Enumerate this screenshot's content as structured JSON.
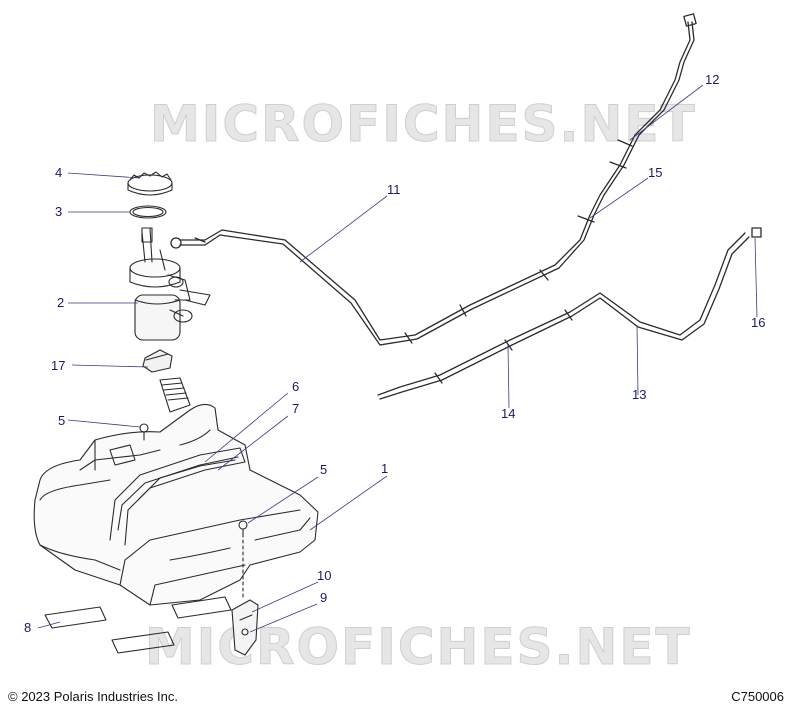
{
  "watermark": "MICROFICHES.NET",
  "copyright": "© 2023 Polaris Industries Inc.",
  "diagram_code": "C750006",
  "callouts": [
    {
      "id": "c1",
      "label": "1"
    },
    {
      "id": "c2",
      "label": "2"
    },
    {
      "id": "c3",
      "label": "3"
    },
    {
      "id": "c4",
      "label": "4"
    },
    {
      "id": "c5a",
      "label": "5"
    },
    {
      "id": "c5b",
      "label": "5"
    },
    {
      "id": "c6",
      "label": "6"
    },
    {
      "id": "c7",
      "label": "7"
    },
    {
      "id": "c8",
      "label": "8"
    },
    {
      "id": "c9",
      "label": "9"
    },
    {
      "id": "c10",
      "label": "10"
    },
    {
      "id": "c11",
      "label": "11"
    },
    {
      "id": "c12",
      "label": "12"
    },
    {
      "id": "c13",
      "label": "13"
    },
    {
      "id": "c14",
      "label": "14"
    },
    {
      "id": "c15",
      "label": "15"
    },
    {
      "id": "c16",
      "label": "16"
    },
    {
      "id": "c17",
      "label": "17"
    }
  ],
  "colors": {
    "callout": "#1a1a6e",
    "leader": "#3a3a8a",
    "drawing": "#2b2b2b"
  }
}
